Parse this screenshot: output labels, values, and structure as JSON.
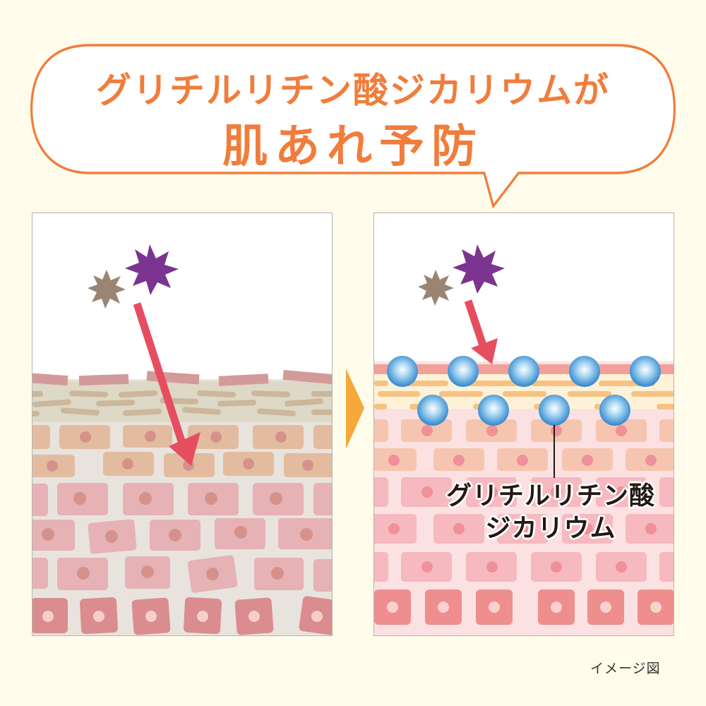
{
  "headline": {
    "line1": "グリチルリチン酸ジカリウムが",
    "line2": "肌あれ予防"
  },
  "colors": {
    "background": "#fffceb",
    "accent_orange": "#f07d3c",
    "arrow_red": "#e64e60",
    "purple_irritant": "#7b3590",
    "brown_irritant": "#9a8573",
    "blue_particle": "#3a8fd0",
    "proceed_arrow": "#f5a93a"
  },
  "panels": {
    "before": {
      "description": "untreated skin: irritant arrow penetrates into cell layer"
    },
    "after": {
      "description": "treated skin: particles block irritant at surface"
    }
  },
  "callout": {
    "line1": "グリチルリチン酸",
    "line2": "ジカリウム"
  },
  "caption": "イメージ図"
}
